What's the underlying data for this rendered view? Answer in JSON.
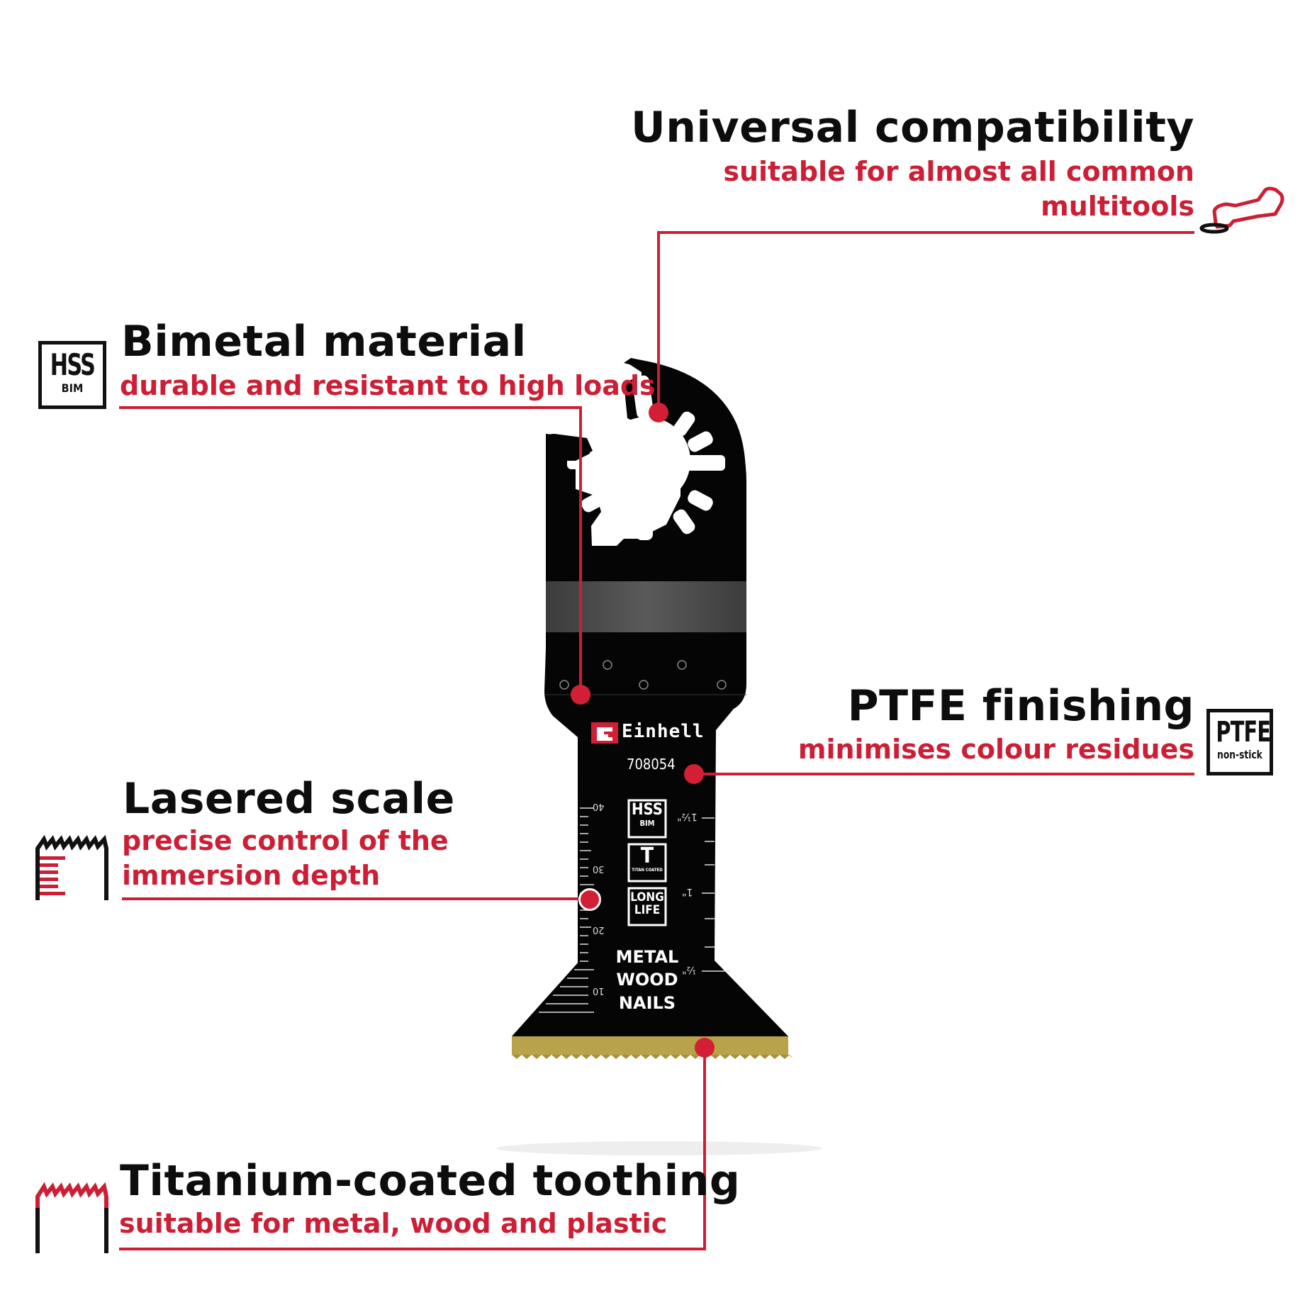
{
  "colors": {
    "accent_red": "#cc1f36",
    "text_black": "#0d0d0d",
    "blade_black": "#050505",
    "blade_band_gray": "#4a4a4a",
    "teeth_gold": "#b8a24a"
  },
  "features": [
    {
      "id": "universal",
      "title": "Universal compatibility",
      "subtitle_lines": [
        "suitable for almost all common",
        "multitools"
      ],
      "icon": "multitool-icon"
    },
    {
      "id": "bimetal",
      "title": "Bimetal material",
      "subtitle_lines": [
        "durable and resistant to high loads"
      ],
      "icon": "hss-bim-icon",
      "icon_text": [
        "HSS",
        "BIM"
      ]
    },
    {
      "id": "ptfe",
      "title": "PTFE finishing",
      "subtitle_lines": [
        "minimises colour residues"
      ],
      "icon": "ptfe-nonstick-icon",
      "icon_text": [
        "PTFE",
        "non-stick"
      ]
    },
    {
      "id": "scale",
      "title": "Lasered scale",
      "subtitle_lines": [
        "precise control of the",
        "immersion depth"
      ],
      "icon": "lasered-scale-icon"
    },
    {
      "id": "titanium",
      "title": "Titanium-coated toothing",
      "subtitle_lines": [
        "suitable for metal, wood and plastic"
      ],
      "icon": "titanium-teeth-icon"
    }
  ],
  "blade": {
    "brand": "Einhell",
    "article_number": "708054",
    "scale_metric": [
      "40",
      "30",
      "20",
      "10"
    ],
    "scale_imperial": [
      "1½\"",
      "1\"",
      "½\""
    ],
    "badges": [
      {
        "lines": [
          "HSS",
          "BIM"
        ]
      },
      {
        "lines": [
          "T",
          "TITAN COATED"
        ]
      },
      {
        "lines": [
          "LONG",
          "LIFE"
        ]
      }
    ],
    "materials": [
      "METAL",
      "WOOD",
      "NAILS"
    ]
  }
}
